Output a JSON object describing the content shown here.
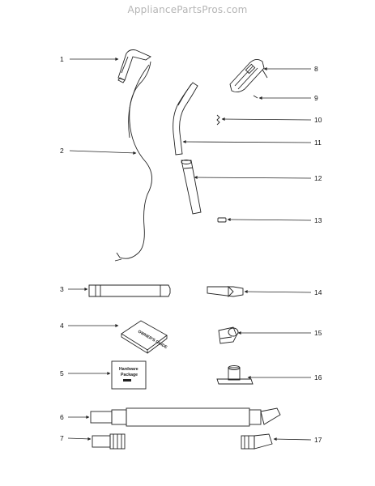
{
  "watermark": "AppliancePartsPros.com",
  "callouts": [
    "1",
    "2",
    "3",
    "4",
    "5",
    "6",
    "7",
    "8",
    "9",
    "10",
    "11",
    "12",
    "13",
    "14",
    "15",
    "16",
    "17"
  ],
  "book_label": "OWNER'S GUIDE",
  "package_label": [
    "Hardware",
    "Package"
  ]
}
